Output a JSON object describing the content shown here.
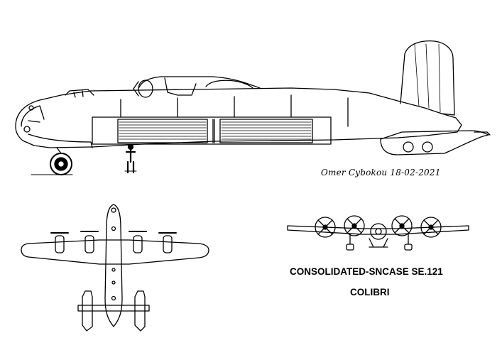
{
  "drawing": {
    "signature": "Omer Cybokou 18-02-2021",
    "title": "CONSOLIDATED-SNCASE SE.121",
    "subtitle": "COLIBRI"
  }
}
